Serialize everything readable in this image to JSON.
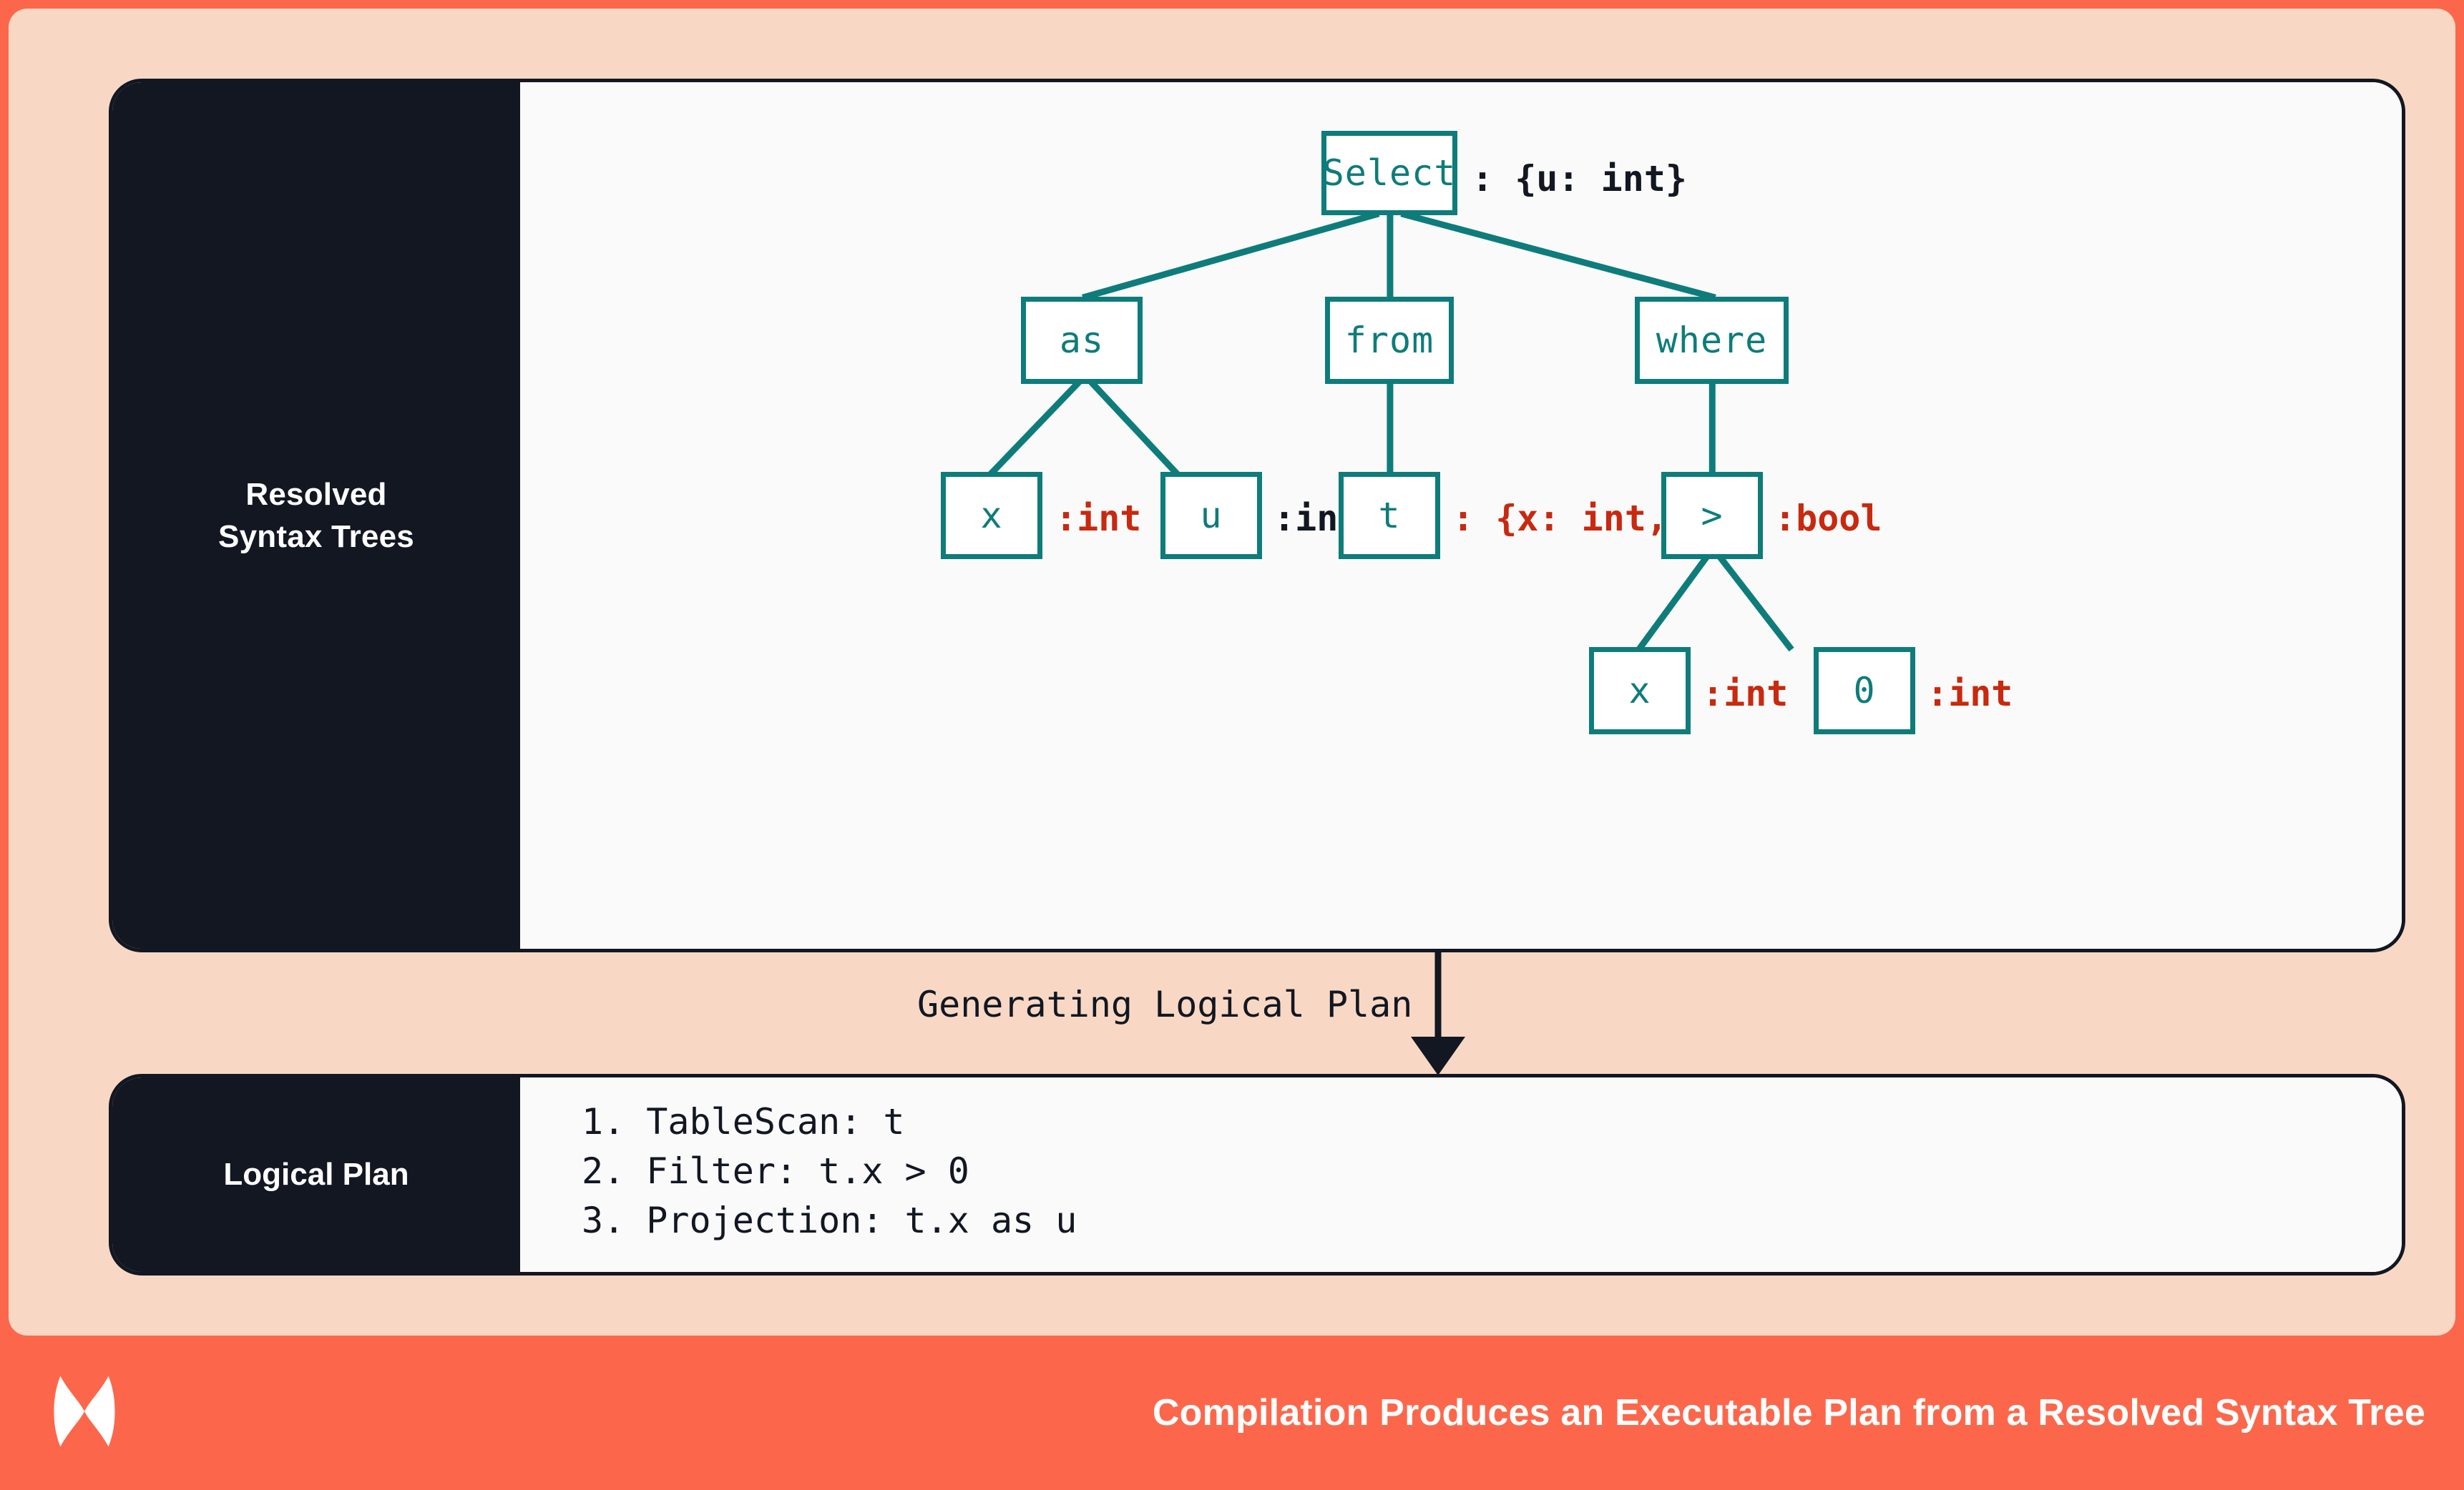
{
  "theme": {
    "accent_orange": "#FC674B",
    "panel_peach": "#F8D8C4",
    "ink": "#121722",
    "teal": "#0E7C7B",
    "red": "#C8290F",
    "paper": "#FAFAFA"
  },
  "tree_panel": {
    "label_line1": "Resolved",
    "label_line2": "Syntax Trees",
    "nodes": [
      {
        "id": "select",
        "text": "Select",
        "annotation": ": {u: int}",
        "annotation_color": "dark"
      },
      {
        "id": "as",
        "text": "as",
        "annotation": "",
        "annotation_color": ""
      },
      {
        "id": "from",
        "text": "from",
        "annotation": "",
        "annotation_color": ""
      },
      {
        "id": "where",
        "text": "where",
        "annotation": "",
        "annotation_color": ""
      },
      {
        "id": "as-x",
        "text": "x",
        "annotation": ":int",
        "annotation_color": "red"
      },
      {
        "id": "as-u",
        "text": "u",
        "annotation": ":int",
        "annotation_color": "dark"
      },
      {
        "id": "from-t",
        "text": "t",
        "annotation": ": {x: int,...}",
        "annotation_color": "red"
      },
      {
        "id": "gt",
        "text": ">",
        "annotation": ":bool",
        "annotation_color": "red"
      },
      {
        "id": "gt-x",
        "text": "x",
        "annotation": ":int",
        "annotation_color": "red"
      },
      {
        "id": "gt-0",
        "text": "0",
        "annotation": ":int",
        "annotation_color": "red"
      }
    ],
    "edges": [
      {
        "from": "select",
        "to": "as"
      },
      {
        "from": "select",
        "to": "from"
      },
      {
        "from": "select",
        "to": "where"
      },
      {
        "from": "as",
        "to": "as-x"
      },
      {
        "from": "as",
        "to": "as-u"
      },
      {
        "from": "from",
        "to": "from-t"
      },
      {
        "from": "where",
        "to": "gt"
      },
      {
        "from": "gt",
        "to": "gt-x"
      },
      {
        "from": "gt",
        "to": "gt-0"
      }
    ]
  },
  "transition": {
    "label": "Generating Logical Plan"
  },
  "plan_panel": {
    "label": "Logical Plan",
    "steps": [
      "1. TableScan: t",
      "2. Filter: t.x > 0",
      "3. Projection: t.x as u"
    ]
  },
  "footer": {
    "logo_name": "bowtie-logo",
    "caption": "Compilation Produces an Executable Plan from a Resolved Syntax Tree"
  }
}
